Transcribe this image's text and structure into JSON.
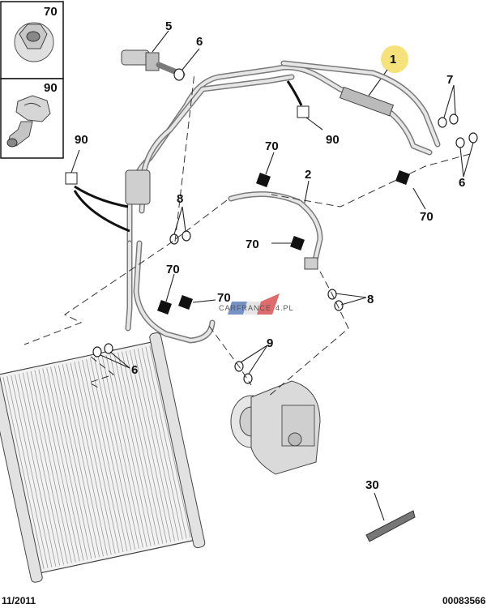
{
  "callouts": {
    "c1": "1",
    "c2": "2",
    "c5": "5",
    "c6a": "6",
    "c6b": "6",
    "c6c": "6",
    "c7": "7",
    "c8a": "8",
    "c8b": "8",
    "c9": "9",
    "c30": "30",
    "c70_inset": "70",
    "c70a": "70",
    "c70b": "70",
    "c70c": "70",
    "c70d": "70",
    "c70e": "70",
    "c90_inset": "90",
    "c90a": "90",
    "c90b": "90"
  },
  "watermark": {
    "text": "CARFRANCE",
    "suffix": "4.PL"
  },
  "footer": {
    "date": "11/2011",
    "ref": "00083566"
  },
  "colors": {
    "highlight": "#f6e27a",
    "line": "#222222",
    "pipe": "#7a7a7a"
  }
}
